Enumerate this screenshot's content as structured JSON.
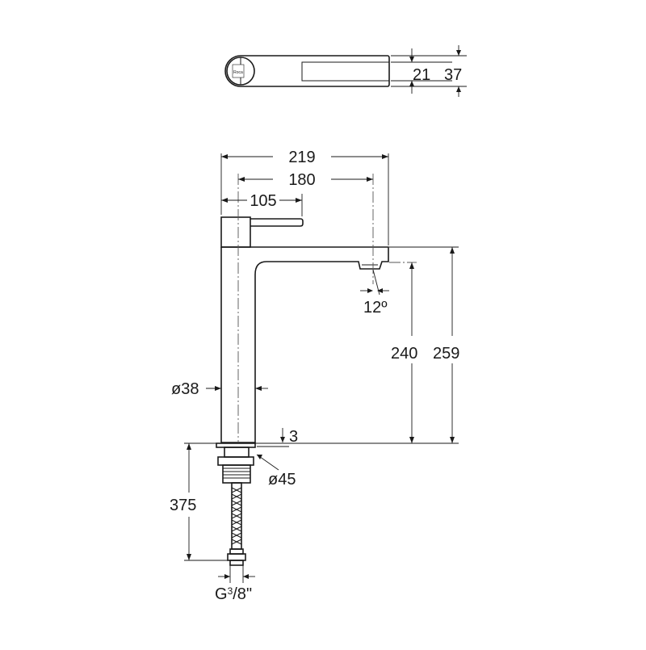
{
  "drawing": {
    "logo_text": "Roca",
    "top_view": {
      "dim_a": "21",
      "dim_b": "37"
    },
    "front_view": {
      "dim_overall_width": "219",
      "dim_spout_reach": "180",
      "dim_handle": "105",
      "dim_spout_angle": "12º",
      "dim_spout_height": "240",
      "dim_total_height": "259",
      "dim_body_diameter": "ø38",
      "dim_base_gap": "3",
      "dim_base_diameter": "ø45",
      "dim_hose_length": "375",
      "connector_prefix": "G",
      "connector_num": "3",
      "connector_den": "/8",
      "connector_suffix": "\""
    }
  }
}
